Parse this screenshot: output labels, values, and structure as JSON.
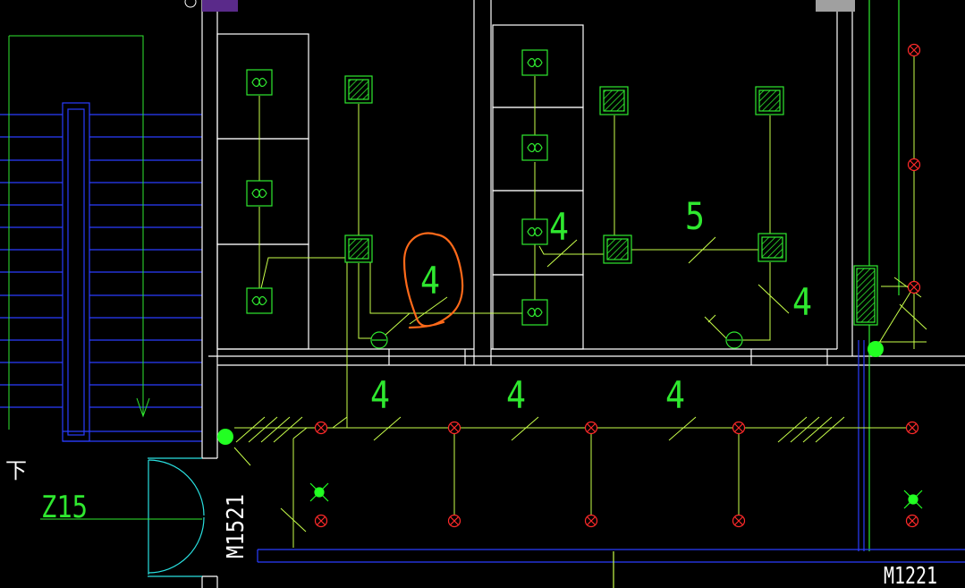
{
  "labels": {
    "stair_text": "下",
    "door_left": "M1521",
    "door_bottom": "M1221",
    "zone": "Z15",
    "wire_4_a": "4",
    "wire_4_b": "4",
    "wire_4_c": "4",
    "wire_4_d": "4",
    "wire_4_e": "4",
    "wire_4_f": "4",
    "wire_5": "5"
  },
  "colors": {
    "background": "#000000",
    "wall": "#ffffff",
    "wiring": "#c8ff4a",
    "fixture": "#2fe82f",
    "stair": "#2a3cff",
    "lamp_red": "#ff2a2a",
    "door": "#29e0e0",
    "annotation": "#ff6a1a"
  }
}
